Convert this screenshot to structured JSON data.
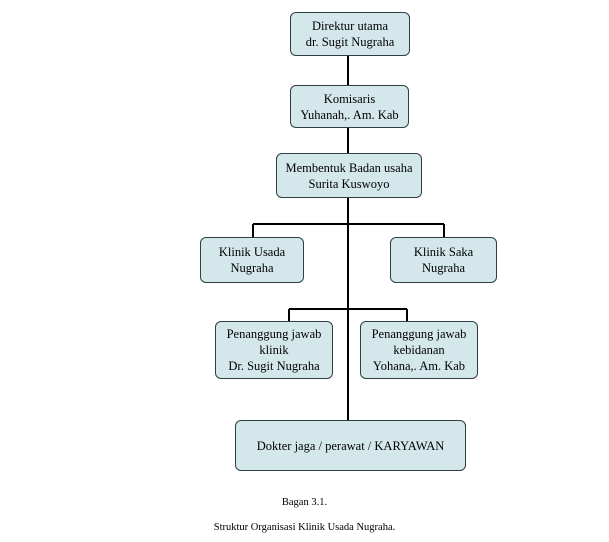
{
  "nodes": [
    {
      "id": "direktur-utama",
      "lines": [
        "Direktur utama",
        "dr. Sugit Nugraha"
      ]
    },
    {
      "id": "komisaris",
      "lines": [
        "Komisaris",
        "Yuhanah,. Am. Kab"
      ]
    },
    {
      "id": "badan-usaha",
      "lines": [
        "Membentuk Badan usaha",
        "Surita Kuswoyo"
      ]
    },
    {
      "id": "klinik-usada",
      "lines": [
        "Klinik Usada",
        "Nugraha"
      ]
    },
    {
      "id": "klinik-saka",
      "lines": [
        "Klinik Saka",
        "Nugraha"
      ]
    },
    {
      "id": "pj-klinik",
      "lines": [
        "Penanggung jawab",
        "klinik",
        "Dr. Sugit Nugraha"
      ]
    },
    {
      "id": "pj-kebidanan",
      "lines": [
        "Penanggung jawab",
        "kebidanan",
        "Yohana,. Am. Kab"
      ]
    },
    {
      "id": "dokter-jaga",
      "lines": [
        "Dokter jaga  / perawat / KARYAWAN"
      ]
    }
  ],
  "caption": {
    "number": "Bagan 3.1.",
    "title": "Struktur Organisasi Klinik Usada Nugraha."
  },
  "colors": {
    "box_fill": "#d4e8ec",
    "box_border": "#2f3d44",
    "line": "#000000"
  }
}
